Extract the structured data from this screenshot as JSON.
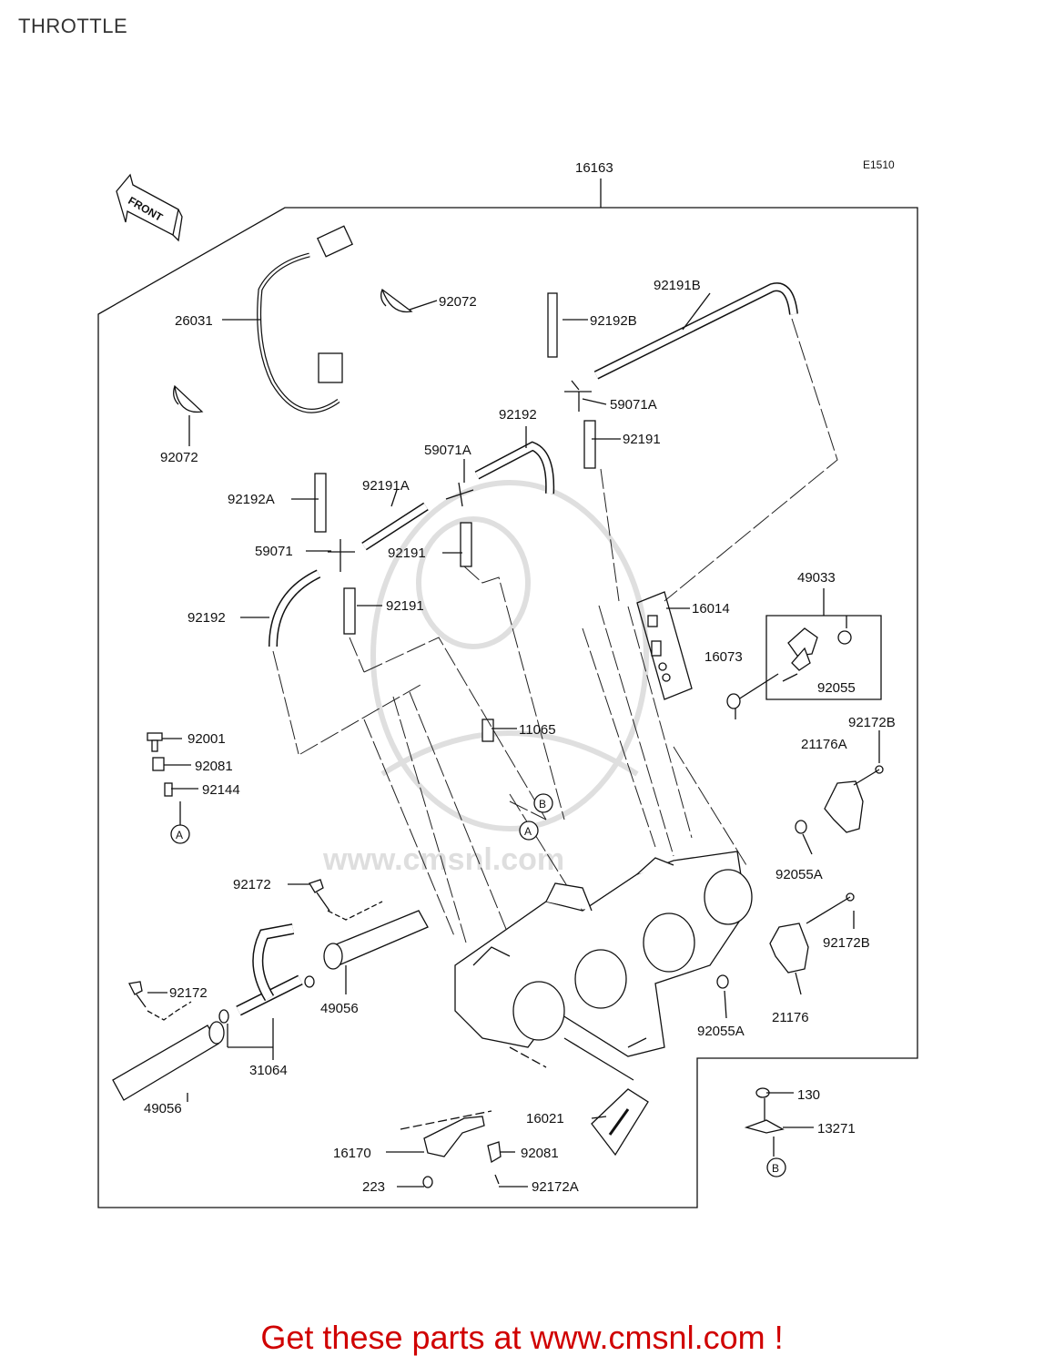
{
  "title": "THROTTLE",
  "diagram_code": "E1510",
  "front_label": "FRONT",
  "watermark": "www.cmsnl.com",
  "footer_text": "Get these parts at www.cmsnl.com !",
  "colors": {
    "footer": "#d00000",
    "lines": "#111111",
    "watermark": "#d8d8d8"
  },
  "parts": [
    {
      "id": "p16163",
      "label": "16163"
    },
    {
      "id": "p26031",
      "label": "26031"
    },
    {
      "id": "p92072a",
      "label": "92072"
    },
    {
      "id": "p92072b",
      "label": "92072"
    },
    {
      "id": "p92191B",
      "label": "92191B"
    },
    {
      "id": "p92192B",
      "label": "92192B"
    },
    {
      "id": "p59071A1",
      "label": "59071A"
    },
    {
      "id": "p92191a",
      "label": "92191"
    },
    {
      "id": "p92192a",
      "label": "92192"
    },
    {
      "id": "p59071A2",
      "label": "59071A"
    },
    {
      "id": "p92191A",
      "label": "92191A"
    },
    {
      "id": "p92192A",
      "label": "92192A"
    },
    {
      "id": "p59071",
      "label": "59071"
    },
    {
      "id": "p92191b",
      "label": "92191"
    },
    {
      "id": "p92191c",
      "label": "92191"
    },
    {
      "id": "p92192b",
      "label": "92192"
    },
    {
      "id": "p16014",
      "label": "16014"
    },
    {
      "id": "p49033",
      "label": "49033"
    },
    {
      "id": "p16073",
      "label": "16073"
    },
    {
      "id": "p92055",
      "label": "92055"
    },
    {
      "id": "p92001",
      "label": "92001"
    },
    {
      "id": "p92081a",
      "label": "92081"
    },
    {
      "id": "p92144",
      "label": "92144"
    },
    {
      "id": "p11065",
      "label": "11065"
    },
    {
      "id": "p92172Ba",
      "label": "92172B"
    },
    {
      "id": "p21176A",
      "label": "21176A"
    },
    {
      "id": "p92055Aa",
      "label": "92055A"
    },
    {
      "id": "p92172a",
      "label": "92172"
    },
    {
      "id": "p92172Bb",
      "label": "92172B"
    },
    {
      "id": "p92172b",
      "label": "92172"
    },
    {
      "id": "p49056a",
      "label": "49056"
    },
    {
      "id": "p21176",
      "label": "21176"
    },
    {
      "id": "p92055Ab",
      "label": "92055A"
    },
    {
      "id": "p31064",
      "label": "31064"
    },
    {
      "id": "p49056b",
      "label": "49056"
    },
    {
      "id": "p130",
      "label": "130"
    },
    {
      "id": "p16021",
      "label": "16021"
    },
    {
      "id": "p13271",
      "label": "13271"
    },
    {
      "id": "p16170",
      "label": "16170"
    },
    {
      "id": "p92081b",
      "label": "92081"
    },
    {
      "id": "p223",
      "label": "223"
    },
    {
      "id": "p92172A",
      "label": "92172A"
    }
  ],
  "refs": [
    {
      "id": "rA1",
      "label": "A"
    },
    {
      "id": "rB1",
      "label": "B"
    },
    {
      "id": "rA2",
      "label": "A"
    },
    {
      "id": "rB2",
      "label": "B"
    }
  ]
}
